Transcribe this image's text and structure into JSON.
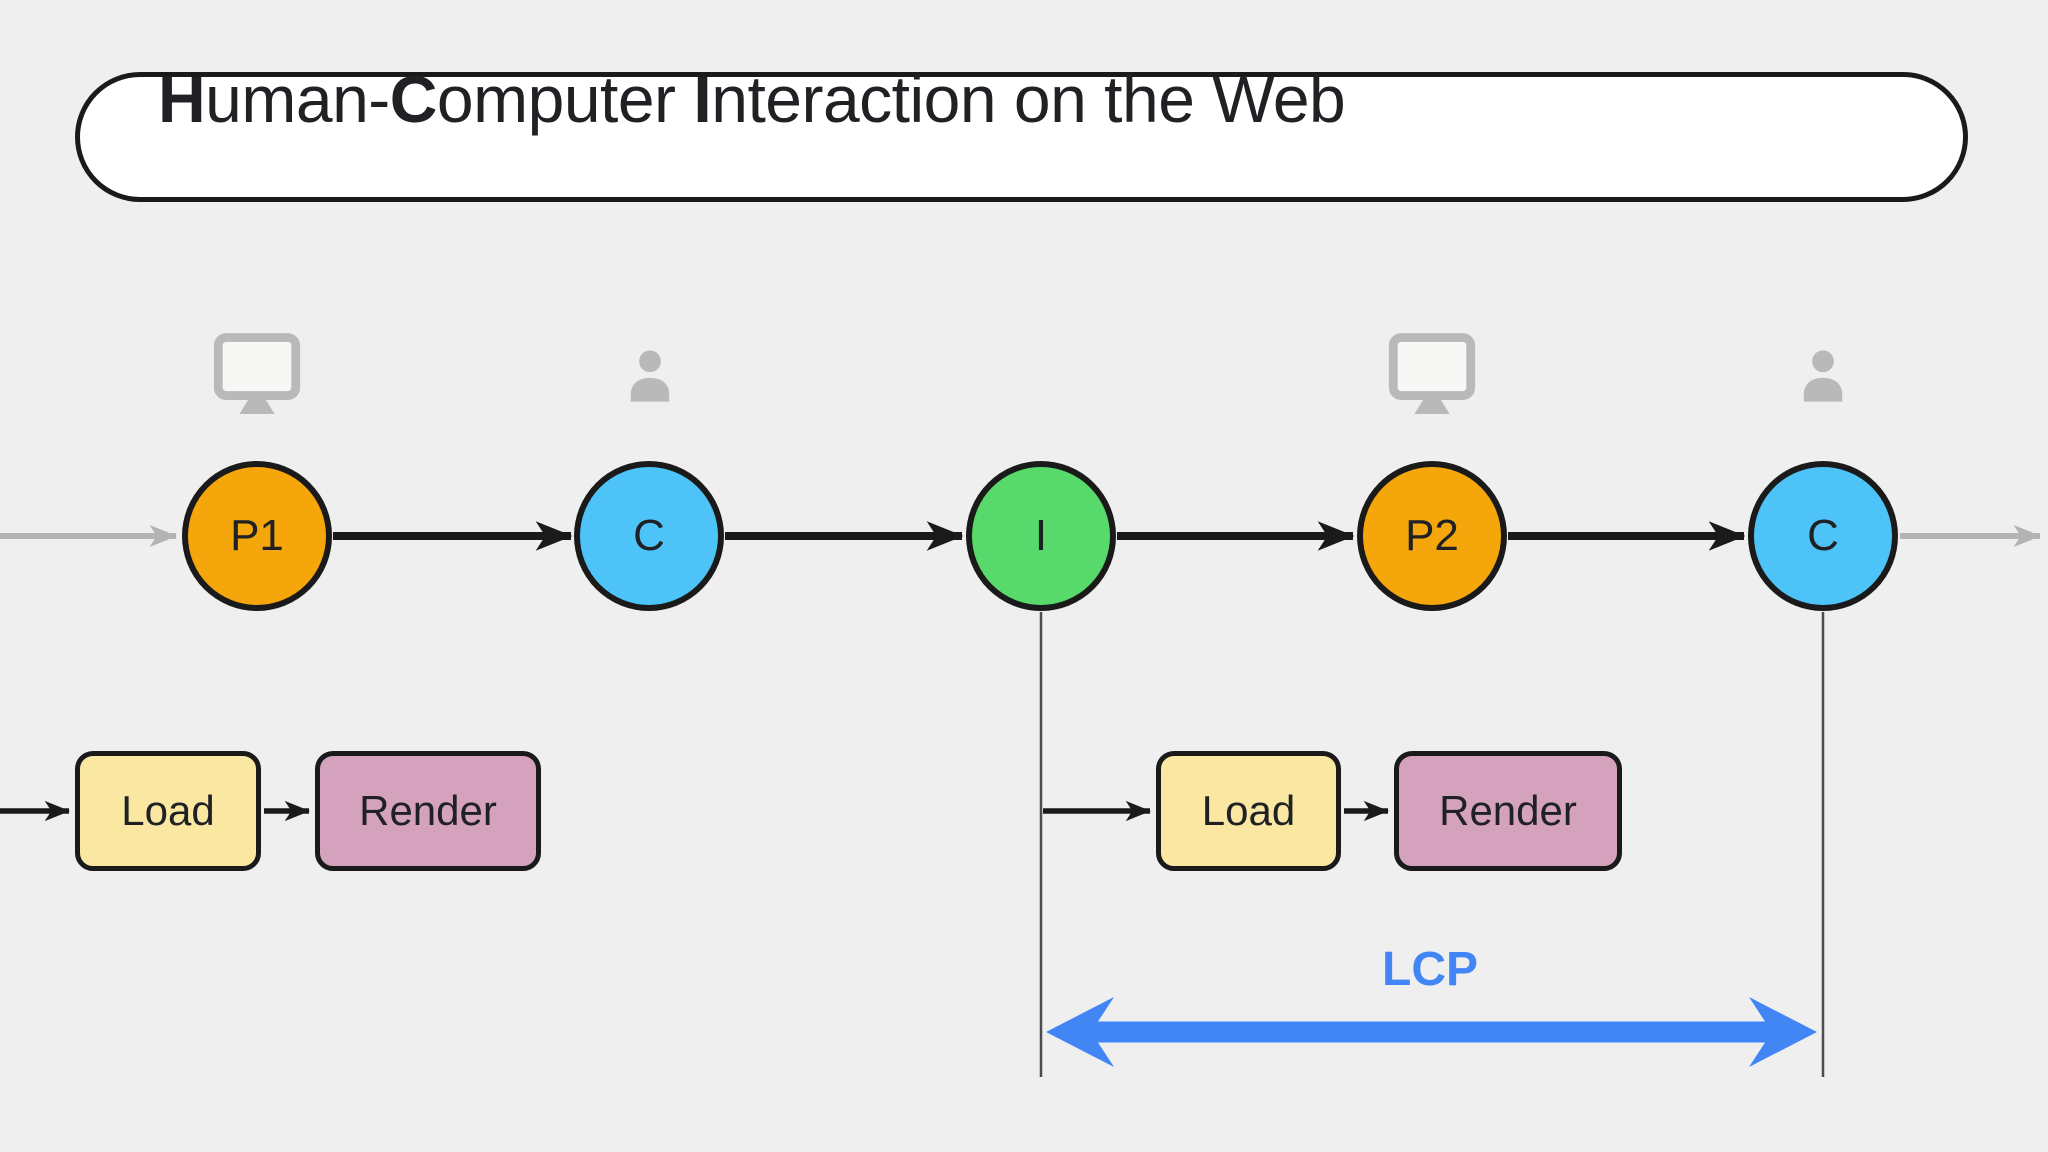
{
  "title": {
    "text": "Human-Computer Interaction on the Web",
    "segments": [
      {
        "text": "H",
        "bold": true
      },
      {
        "text": "uman-",
        "bold": false
      },
      {
        "text": "C",
        "bold": true
      },
      {
        "text": "omputer ",
        "bold": false
      },
      {
        "text": "I",
        "bold": true
      },
      {
        "text": "nteraction on the Web",
        "bold": false
      }
    ]
  },
  "timeline": {
    "nodes": [
      {
        "label": "P1",
        "color": "orange",
        "icon_above": "monitor"
      },
      {
        "label": "C",
        "color": "blue",
        "icon_above": "person"
      },
      {
        "label": "I",
        "color": "green",
        "icon_above": "none"
      },
      {
        "label": "P2",
        "color": "orange",
        "icon_above": "monitor"
      },
      {
        "label": "C",
        "color": "blue",
        "icon_above": "person"
      }
    ]
  },
  "process_rows": [
    {
      "steps": [
        {
          "label": "Load",
          "color": "yellow"
        },
        {
          "label": "Render",
          "color": "mauve"
        }
      ]
    },
    {
      "steps": [
        {
          "label": "Load",
          "color": "yellow"
        },
        {
          "label": "Render",
          "color": "mauve"
        }
      ]
    }
  ],
  "lcp": {
    "label": "LCP"
  },
  "colors": {
    "background": "#efefef",
    "node_orange": "#f5a60b",
    "node_blue": "#4ec3f7",
    "node_green": "#58d96b",
    "box_yellow": "#fae8a2",
    "box_mauve": "#d5a2be",
    "outline": "#1a1a1a",
    "icon_gray": "#b9b9b9",
    "flow_gray": "#b3b3b3",
    "lcp_blue": "#4285f4",
    "panel_white": "#ffffff",
    "text_dark": "#202124"
  }
}
